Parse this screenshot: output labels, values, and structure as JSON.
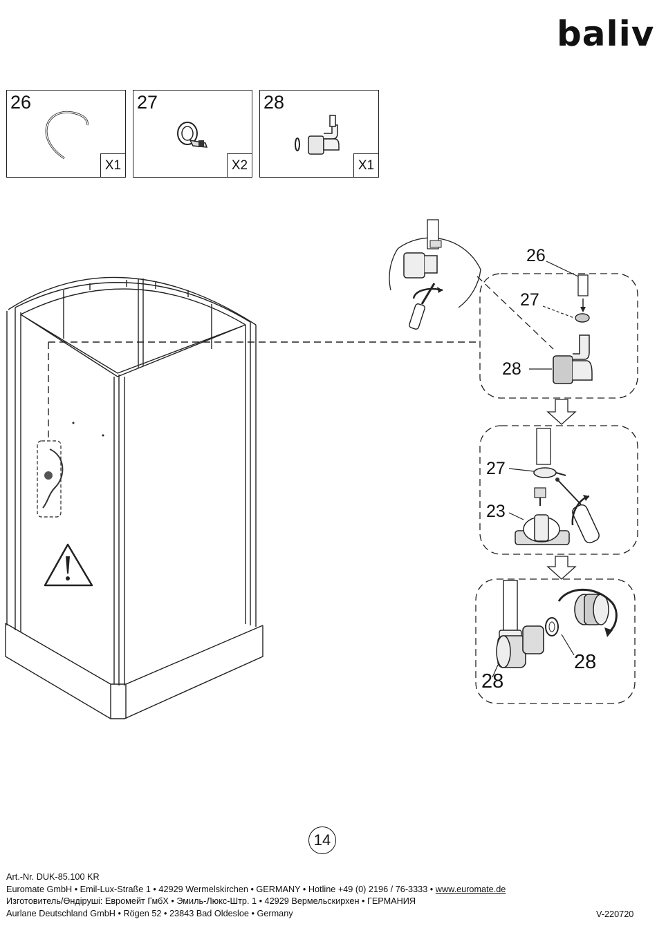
{
  "logo_text": "baliv",
  "parts": [
    {
      "number": "26",
      "qty": "X1",
      "icon": "hose-icon"
    },
    {
      "number": "27",
      "qty": "X2",
      "icon": "clamp-icon"
    },
    {
      "number": "28",
      "qty": "X1",
      "icon": "elbow-fitting-icon"
    }
  ],
  "callouts": {
    "d1_26": "26",
    "d1_27": "27",
    "d1_28": "28",
    "d2_27": "27",
    "d2_23": "23",
    "d3_28a": "28",
    "d3_28b": "28"
  },
  "page_number": "14",
  "footer": {
    "line1": "Art.-Nr. DUK-85.100 KR",
    "line2": "Euromate GmbH • Emil-Lux-Straße 1 • 42929 Wermelskirchen • GERMANY • Hotline +49 (0) 2196 / 76-3333 • ",
    "line2_link": "www.euromate.de",
    "line3": "Изготовитель/Өндіруші: Евромейт ГмбХ • Эмиль-Люкс-Штр. 1 • 42929 Вермельскирхен • ГЕРМАНИЯ",
    "line4": "Aurlane Deutschland GmbH • Rögen 52 • 23843 Bad Oldesloe • Germany",
    "version": "V-220720"
  }
}
